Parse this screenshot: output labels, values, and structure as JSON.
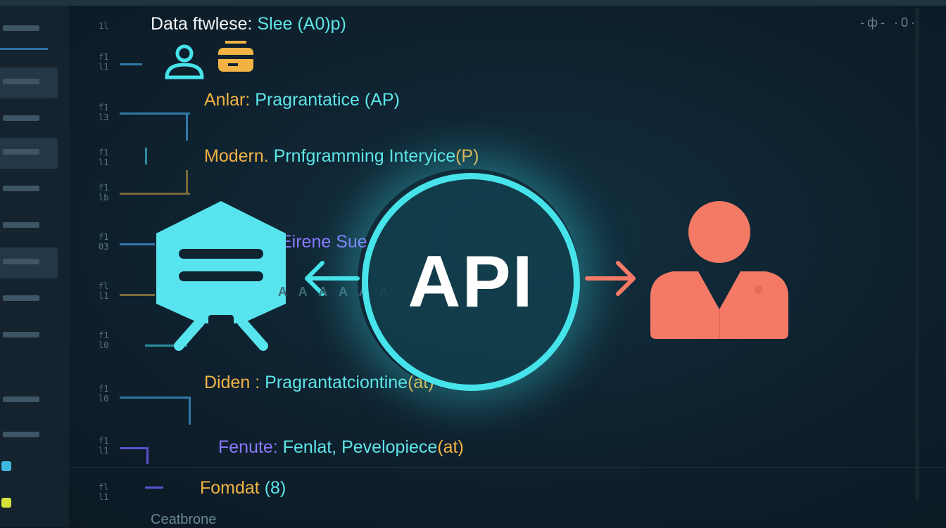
{
  "colors": {
    "accent_cyan": "#47e3ea",
    "accent_coral": "#f47a66",
    "accent_orange": "#f2b344",
    "accent_purple": "#8a78ff",
    "background": "#0d1a24"
  },
  "header": {
    "title_prefix": "Data ftwlese:",
    "title_suffix": "Slee (A0)p)",
    "right_text": "-ф- ·0·"
  },
  "icons": {
    "user_outline": "user-icon",
    "card": "credit-card-icon",
    "server": "server-icon",
    "person": "person-icon",
    "arrow_left": "arrow-left-icon",
    "arrow_right": "arrow-right-icon"
  },
  "lines": [
    {
      "label": "Anlar:",
      "value": "Pragrantatice (AP)"
    },
    {
      "label": "Modern.",
      "value": "Prnfgramming Interyice",
      "tail": "(P)"
    },
    {
      "label": "",
      "value": "Eirene Sue"
    },
    {
      "label": "Diden :",
      "value": "Pragrantatciontine",
      "tail": "(at)"
    },
    {
      "label": "Fenute:",
      "value": "Fenlat, Pevelopiece",
      "tail": "(at)"
    },
    {
      "label": "Fomdat",
      "value": "(8)"
    }
  ],
  "api": {
    "label": "API"
  },
  "dashes": "A A A A A A",
  "footer": {
    "label": "Ceatbrone"
  },
  "gutter": [
    "1l",
    "f1 l1",
    "f1 l3",
    "f1 l1",
    "f1 lb",
    "f1 03",
    "fl l1",
    "f1 l0",
    "f1 l0",
    "f1 l1",
    "fl l1"
  ]
}
